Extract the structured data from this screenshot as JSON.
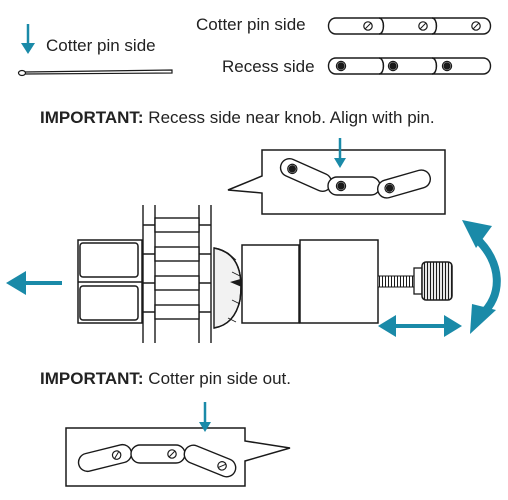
{
  "legend": {
    "cotter_pin_side": "Cotter pin side",
    "cotter_pin_side_short": "Cotter pin side",
    "recess_side": "Recess side"
  },
  "notes": [
    {
      "title": "IMPORTANT:",
      "text": " Recess side near knob. Align with pin."
    },
    {
      "title": "IMPORTANT:",
      "text": " Cotter pin side out."
    }
  ],
  "icons": {
    "down_arrow": "down-arrow-icon",
    "left_arrow": "left-arrow-icon",
    "double_horizontal_arrow": "double-horizontal-arrow-icon",
    "curved_double_arrow": "curved-double-arrow-icon"
  },
  "colors": {
    "accent": "#1a8aa8",
    "line": "#1a1a1a",
    "text": "#222222"
  }
}
